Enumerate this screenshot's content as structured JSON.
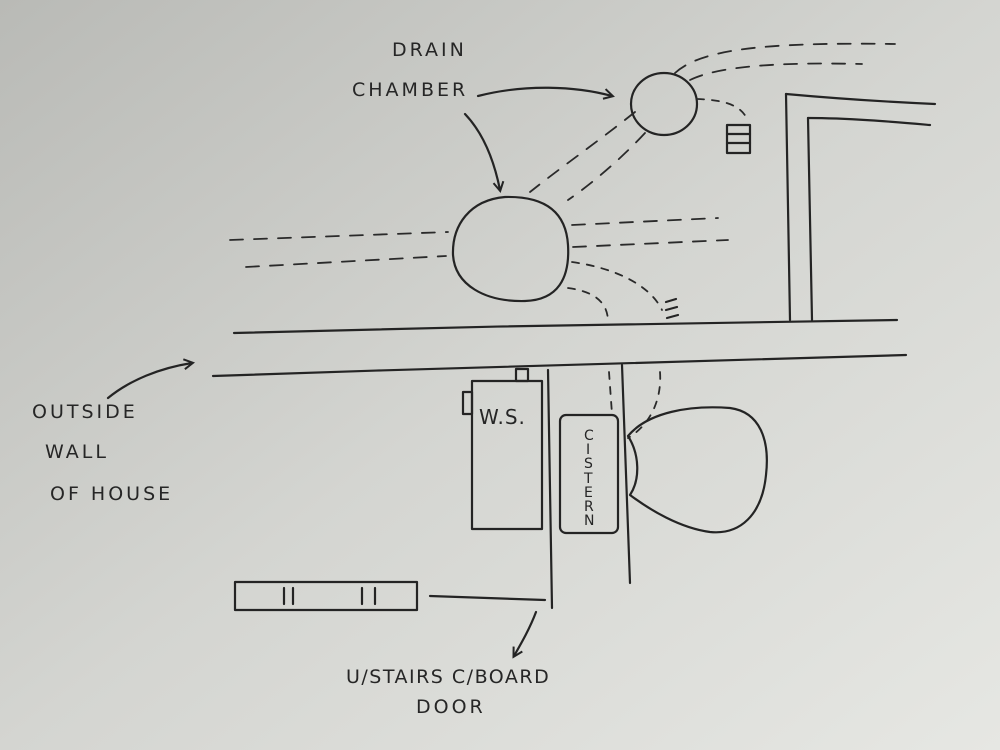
{
  "labels": {
    "drain_line1": "DRAIN",
    "drain_line2": "CHAMBER",
    "wall_line1": "OUTSIDE",
    "wall_line2": "WALL",
    "wall_line3": "OF HOUSE",
    "ws": "W.S.",
    "cistern_letters": [
      "C",
      "I",
      "S",
      "T",
      "E",
      "R",
      "N"
    ],
    "door_line1": "U/STAIRS C/BOARD",
    "door_line2": "DOOR"
  }
}
